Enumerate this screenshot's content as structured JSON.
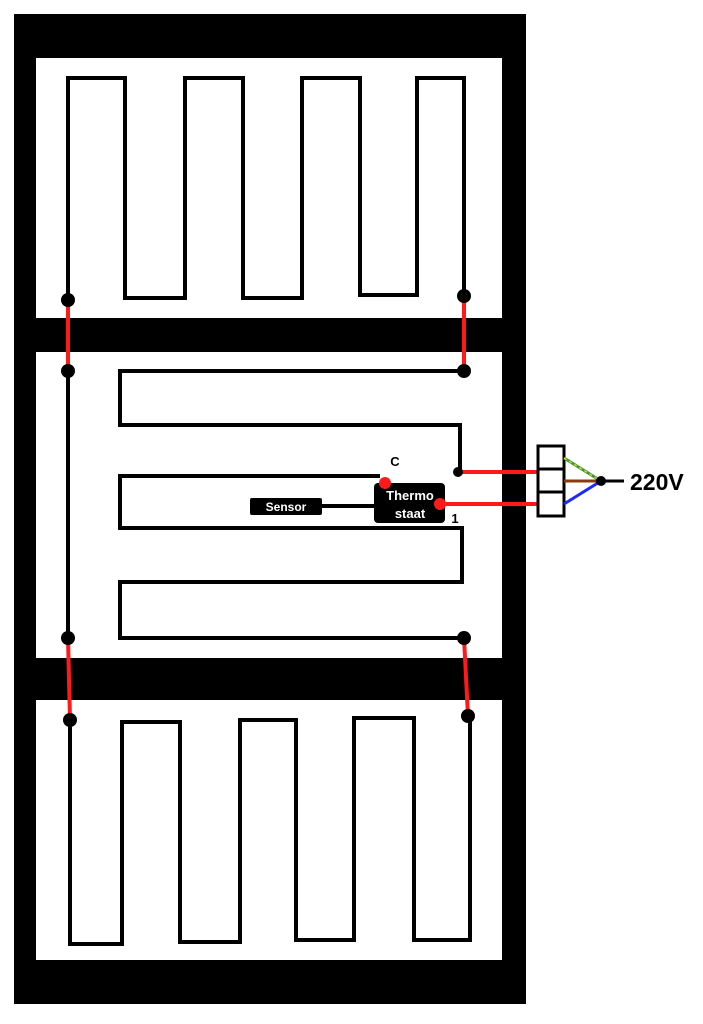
{
  "diagram": {
    "sensor_label": "Sensor",
    "thermostat_label_line1": "Thermo",
    "thermostat_label_line2": "staat",
    "terminal_c_label": "C",
    "terminal_1_label": "1",
    "voltage_label": "220V"
  },
  "colors": {
    "frame": "#000000",
    "jumper": "#ff1a1a",
    "earth_wire": "#3a9a3a",
    "live_wire": "#8b3a0f",
    "neutral_wire": "#1a2aff"
  }
}
